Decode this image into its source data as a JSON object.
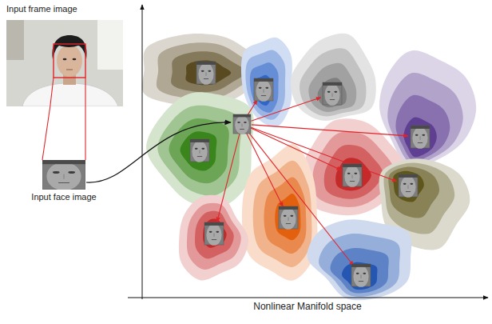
{
  "diagram": {
    "nodes": [
      {
        "text": [
          "Input frame image"
        ]
      },
      {
        "text": [
          "Input face image"
        ]
      }
    ],
    "edges": [
      {
        "from": 0,
        "to": 1,
        "arrow": "none"
      }
    ],
    "labels": [
      "Nonlinear Manifold space"
    ]
  }
}
